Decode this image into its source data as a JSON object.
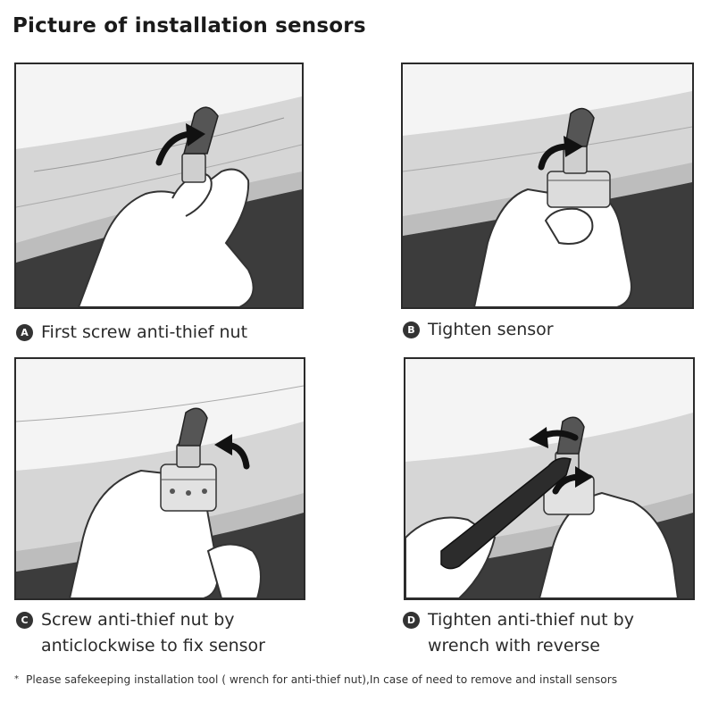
{
  "title": "Picture of installation sensors",
  "steps": [
    {
      "badge": "A",
      "lines": [
        "First screw anti-thief nut"
      ]
    },
    {
      "badge": "B",
      "lines": [
        "Tighten sensor"
      ]
    },
    {
      "badge": "C",
      "lines": [
        "Screw anti-thief nut by",
        "anticlockwise to fix sensor"
      ]
    },
    {
      "badge": "D",
      "lines": [
        "Tighten anti-thief nut by",
        "wrench with reverse"
      ]
    }
  ],
  "footnote": {
    "marker": "*",
    "text": "Please safekeeping installation tool ( wrench for anti-thief nut),In case of need to remove and install sensors"
  },
  "colors": {
    "panel_bg": "#e9e9e9",
    "rim": "#c4c4c4",
    "tire": "#3f3f3f",
    "arrow": "#111111",
    "badge": "#333333"
  }
}
